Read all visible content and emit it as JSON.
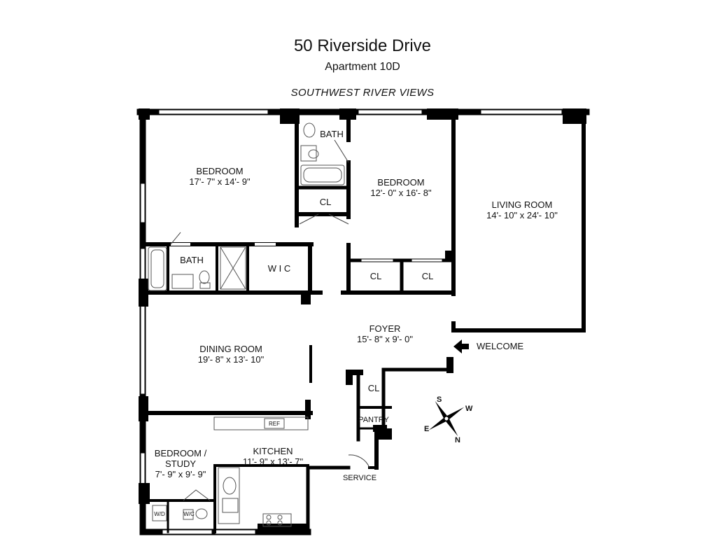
{
  "header": {
    "title": "50 Riverside Drive",
    "subtitle": "Apartment 10D",
    "views": "SOUTHWEST RIVER VIEWS"
  },
  "rooms": {
    "bedroom_sw": {
      "name": "BEDROOM",
      "dims": "17'- 7\" x 14'- 9\""
    },
    "bath_top": {
      "name": "BATH"
    },
    "bedroom_mid": {
      "name": "BEDROOM",
      "dims": "12'- 0\" x 16'- 8\""
    },
    "living": {
      "name": "LIVING ROOM",
      "dims": "14'- 10\" x 24'- 10\""
    },
    "closet_top": {
      "name": "CL"
    },
    "bath_master": {
      "name": "BATH"
    },
    "wic": {
      "name": "W I C"
    },
    "closet_a": {
      "name": "CL"
    },
    "closet_b": {
      "name": "CL"
    },
    "foyer": {
      "name": "FOYER",
      "dims": "15'- 8\" x 9'- 0\""
    },
    "dining": {
      "name": "DINING ROOM",
      "dims": "19'- 8\" x 13'- 10\""
    },
    "closet_foyer": {
      "name": "CL"
    },
    "pantry": {
      "name": "PANTRY"
    },
    "kitchen": {
      "name": "KITCHEN",
      "dims": "11'- 9\" x 13'- 7\""
    },
    "study": {
      "name": "BEDROOM /",
      "name2": "STUDY",
      "dims": "7'- 9\" x 9'- 9\""
    },
    "wc": {
      "name": "W/C"
    },
    "wd": {
      "name": "W/D"
    }
  },
  "labels": {
    "welcome": "WELCOME",
    "service": "SERVICE",
    "fridge": "REF"
  },
  "compass": {
    "n": "N",
    "s": "S",
    "e": "E",
    "w": "W"
  }
}
